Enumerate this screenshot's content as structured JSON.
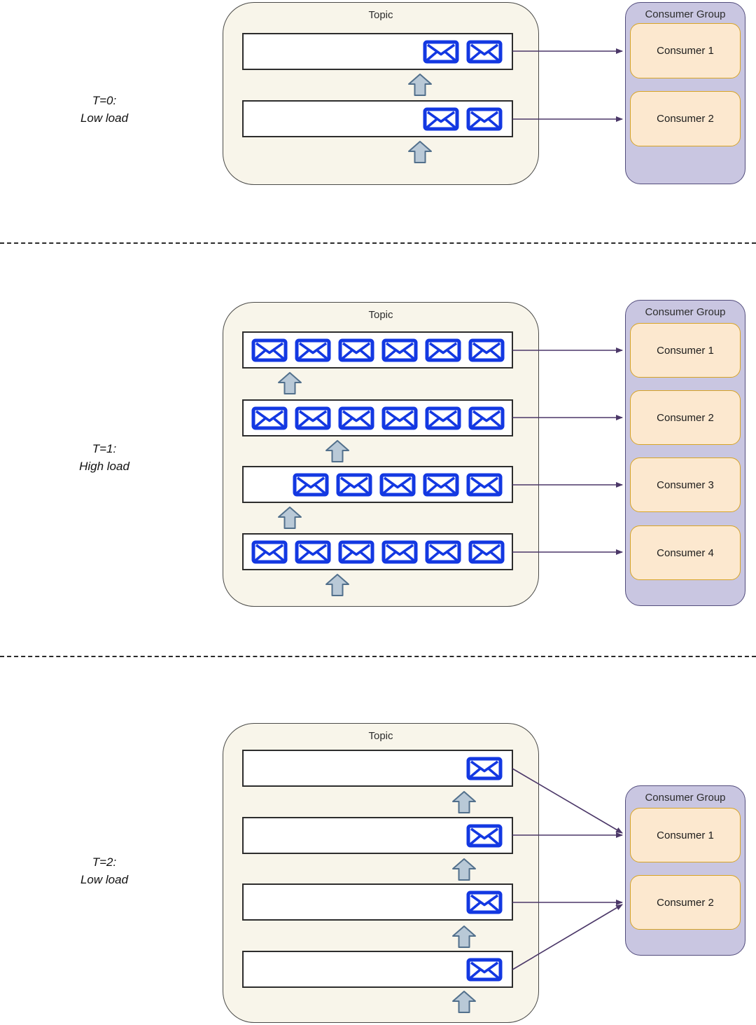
{
  "sections": [
    {
      "id": "t0",
      "time_label": "T=0:",
      "load_label": "Low load",
      "topic": {
        "label": "Topic",
        "partitions": [
          {
            "messages": 2,
            "alignment": "right"
          },
          {
            "messages": 2,
            "alignment": "right"
          }
        ]
      },
      "consumer_group": {
        "label": "Consumer Group",
        "consumers": [
          {
            "label": "Consumer 1"
          },
          {
            "label": "Consumer 2"
          }
        ]
      }
    },
    {
      "id": "t1",
      "time_label": "T=1:",
      "load_label": "High load",
      "topic": {
        "label": "Topic",
        "partitions": [
          {
            "messages": 6,
            "alignment": "center"
          },
          {
            "messages": 6,
            "alignment": "center"
          },
          {
            "messages": 5,
            "alignment": "right"
          },
          {
            "messages": 6,
            "alignment": "center"
          }
        ]
      },
      "consumer_group": {
        "label": "Consumer Group",
        "consumers": [
          {
            "label": "Consumer 1"
          },
          {
            "label": "Consumer 2"
          },
          {
            "label": "Consumer 3"
          },
          {
            "label": "Consumer 4"
          }
        ]
      }
    },
    {
      "id": "t2",
      "time_label": "T=2:",
      "load_label": "Low load",
      "topic": {
        "label": "Topic",
        "partitions": [
          {
            "messages": 1,
            "alignment": "right"
          },
          {
            "messages": 1,
            "alignment": "right"
          },
          {
            "messages": 1,
            "alignment": "right"
          },
          {
            "messages": 1,
            "alignment": "right"
          }
        ]
      },
      "consumer_group": {
        "label": "Consumer Group",
        "consumers": [
          {
            "label": "Consumer 1"
          },
          {
            "label": "Consumer 2"
          }
        ]
      }
    }
  ],
  "icons": {
    "message": "envelope-icon",
    "producer_input": "up-arrow-icon"
  },
  "colors": {
    "topic_fill": "#f8f5ea",
    "topic_border": "#4a4a48",
    "partition_fill": "#ffffff",
    "partition_border": "#2d2d2d",
    "envelope_blue": "#1338e2",
    "arrow_fill": "#b9c9d7",
    "arrow_border": "#52708c",
    "group_fill": "#c9c6e1",
    "group_border": "#524c7c",
    "consumer_fill": "#fce8cf",
    "consumer_border": "#d7a426",
    "connector": "#4b3768"
  }
}
